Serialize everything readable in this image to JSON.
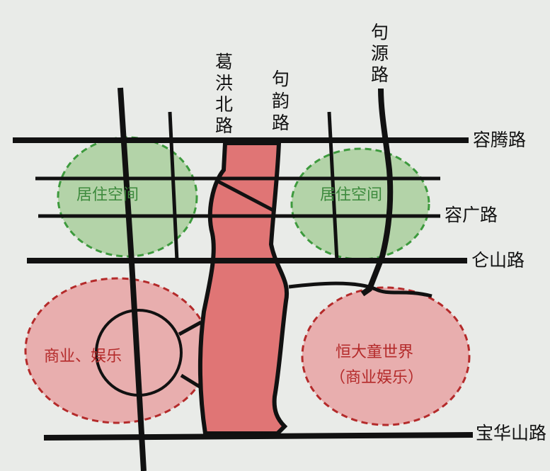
{
  "roads": {
    "rongteng": "容腾路",
    "ronguang": "容广路",
    "lunshan": "仑山路",
    "baohuashan": "宝华山路",
    "gehongbei": [
      "葛",
      "洪",
      "北",
      "路"
    ],
    "juyun": [
      "句",
      "韵",
      "路"
    ],
    "juyuan": [
      "句",
      "源",
      "路"
    ]
  },
  "zones": {
    "residential_left": "居住空间",
    "residential_right": "居住空间",
    "commercial_left": "商业、娱乐",
    "evergrande_line1": "恒大童世界",
    "evergrande_line2": "（商业娱乐）"
  },
  "colors": {
    "residential_fill": "#a9cf9c",
    "residential_border": "#3d9a3d",
    "commercial_fill": "#e8a3a3",
    "commercial_border": "#b42a2a",
    "river": "#e07575",
    "road": "#111111"
  }
}
